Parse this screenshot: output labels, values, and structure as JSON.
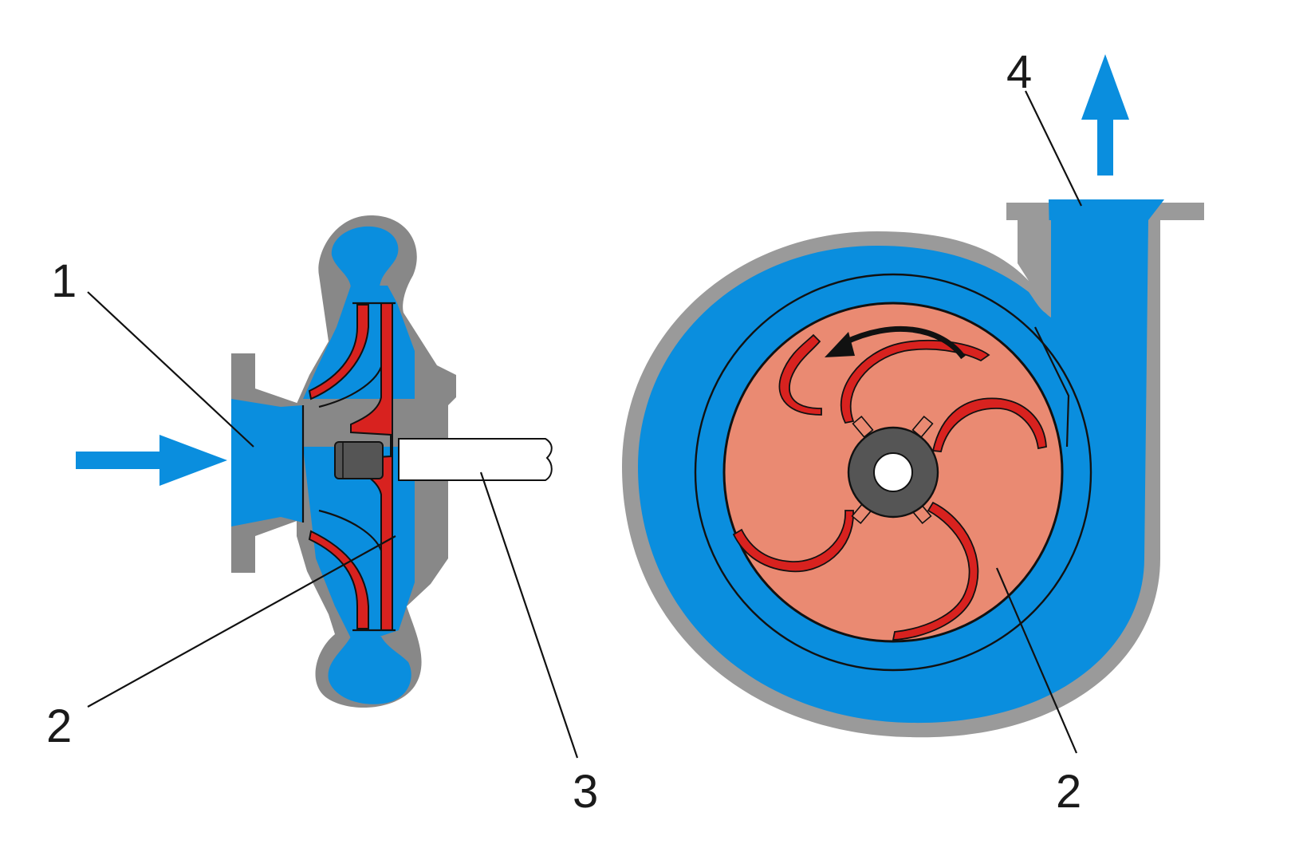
{
  "colors": {
    "water": "#0a8ede",
    "casing": "#888888",
    "casing_light": "#9a9a9a",
    "impeller": "#d8221f",
    "impeller_disc": "#ea8a72",
    "shaft": "#ffffff",
    "hub": "#555555",
    "outline": "#111111",
    "background": "#ffffff"
  },
  "icons": {
    "inlet_flow": "arrow-right-icon",
    "outlet_flow": "arrow-up-icon",
    "rotation": "curved-arrow-counterclockwise-icon"
  },
  "labels": {
    "inlet": "1",
    "impeller_side": "2",
    "shaft": "3",
    "outlet": "4",
    "impeller_front": "2"
  }
}
